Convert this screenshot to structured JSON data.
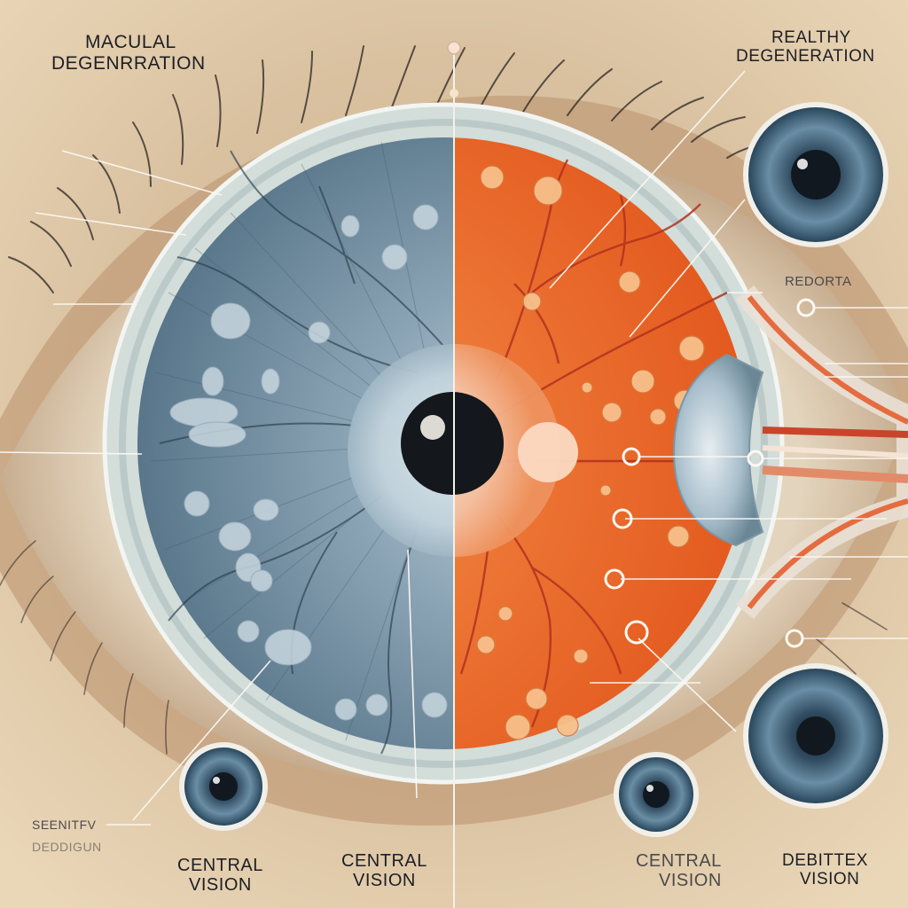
{
  "labels": {
    "top_left": [
      "MACULAL",
      "DEGENRRATION"
    ],
    "top_right": [
      "REALTHY",
      "DEGENERATION"
    ],
    "right_mid": "REDORTA",
    "bottom_left_small": [
      "SEENITFV",
      "DEDDIGUN"
    ],
    "bottom_1": [
      "CENTRAL",
      "VISION"
    ],
    "bottom_2": [
      "CENTRAL",
      "VISION"
    ],
    "bottom_3": [
      "CENTRAL",
      "VISION"
    ],
    "bottom_4": [
      "DEBITTEX",
      "VISION"
    ]
  },
  "colors": {
    "background": "#e6cfad",
    "degenerated_half": "#5f7f94",
    "healthy_half": "#e8682a",
    "rim": "#dfe9e6",
    "vessel": "#b1321f",
    "pupil": "#14171c"
  },
  "icons": [
    "eye-icon",
    "eye-icon",
    "eye-icon",
    "eye-icon"
  ]
}
